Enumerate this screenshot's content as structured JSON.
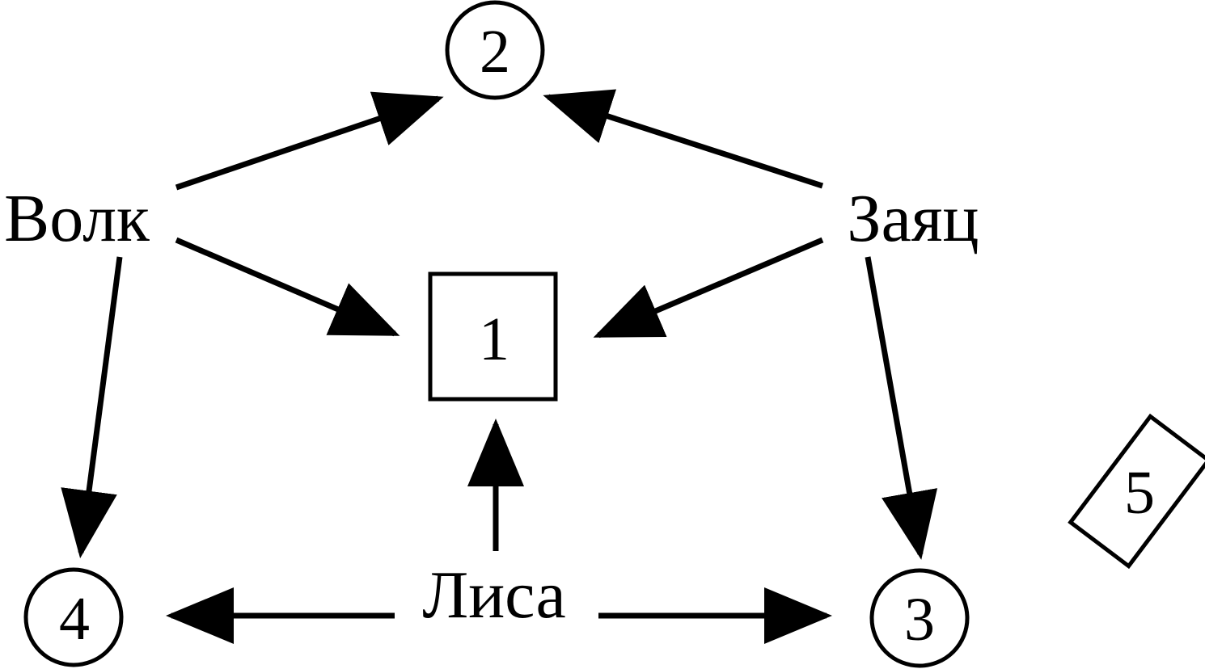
{
  "animals": {
    "wolf": "Волк",
    "hare": "Заяц",
    "fox": "Лиса"
  },
  "nodes": {
    "n1": "1",
    "n2": "2",
    "n3": "3",
    "n4": "4",
    "n5": "5"
  },
  "colors": {
    "ink": "#000000",
    "background": "#ffffff"
  }
}
